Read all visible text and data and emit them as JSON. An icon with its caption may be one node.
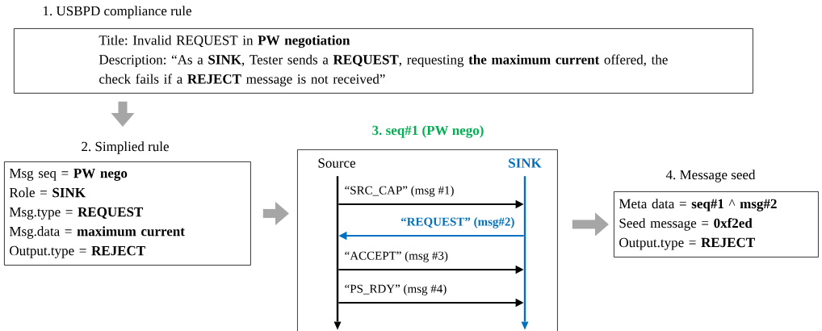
{
  "diagram": {
    "nodes": [
      {
        "text": [
          "1. USBPD compliance rule",
          "Title: Invalid REQUEST in **PW negotiation**",
          "Description: “As a **SINK**, Tester sends a **REQUEST**, requesting **the maximum current** offered, the check fails if a **REJECT** message is not received”"
        ]
      },
      {
        "text": [
          "2. Simplied rule",
          "Msg seq = **PW nego**",
          "Role = **SINK**",
          "Msg.type = **REQUEST**",
          "Msg.data = **maximum current**",
          "Output.type = **REJECT**"
        ]
      },
      {
        "text": [
          "3. seq#1 (PW nego)"
        ]
      },
      {
        "text": [
          "Source"
        ],
        "in": 2
      },
      {
        "text": [
          "SINK"
        ],
        "in": 2
      },
      {
        "text": [],
        "shape": "bar",
        "in": 2
      },
      {
        "text": [],
        "shape": "bar",
        "in": 2
      },
      {
        "text": [
          "4. Message seed",
          "Meta data = **seq#1** ^ **msg#2**",
          "Seed message = **0xf2ed**",
          "Output.type = **REJECT**"
        ]
      }
    ],
    "edges": [
      {
        "from": 0,
        "to": 1,
        "arrow": "to",
        "style": "thick",
        "color": "#a6a6a6"
      },
      {
        "from": 1,
        "to": 2,
        "arrow": "to",
        "style": "thick",
        "color": "#a6a6a6"
      },
      {
        "from": 2,
        "to": 7,
        "arrow": "to",
        "style": "thick",
        "color": "#a6a6a6"
      },
      {
        "from": 5,
        "to": 6,
        "arrow": "to",
        "label": "“SRC_CAP” (msg #1)",
        "color": "#000000"
      },
      {
        "from": 6,
        "to": 5,
        "arrow": "to",
        "label": "“REQUEST” (msg#2)",
        "color": "#0070c0"
      },
      {
        "from": 5,
        "to": 6,
        "arrow": "to",
        "label": "“ACCEPT” (msg #3)",
        "color": "#000000"
      },
      {
        "from": 5,
        "to": 6,
        "arrow": "to",
        "label": "“PS_RDY” (msg #4)",
        "color": "#000000"
      }
    ]
  }
}
